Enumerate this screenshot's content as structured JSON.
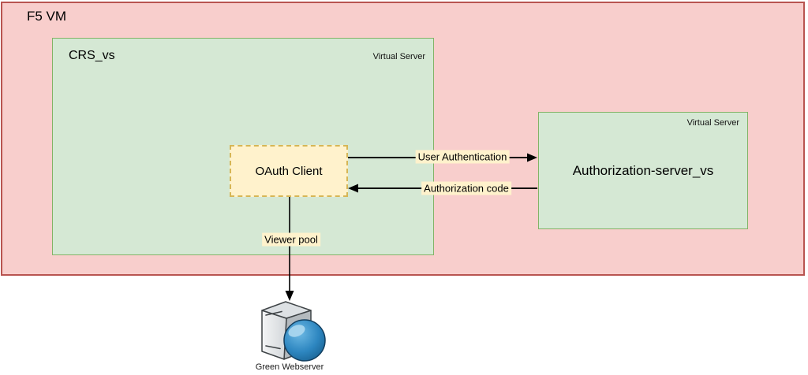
{
  "diagram": {
    "f5_vm": {
      "title": "F5 VM"
    },
    "crs_vs": {
      "title": "CRS_vs",
      "type_label": "Virtual Server"
    },
    "auth_server_vs": {
      "title": "Authorization-server_vs",
      "type_label": "Virtual Server"
    },
    "oauth_client": {
      "label": "OAuth Client"
    },
    "edges": {
      "user_authentication": "User Authentication",
      "authorization_code": "Authorization code",
      "viewer_pool": "Viewer pool"
    },
    "webserver": {
      "label": "Green Webserver",
      "icon": "server-tower-with-globe-icon"
    },
    "colors": {
      "container_fill": "#f8cecc",
      "container_stroke": "#b85450",
      "virtual_server_fill": "#d5e8d4",
      "virtual_server_stroke": "#82b366",
      "note_fill": "#fff2cc",
      "note_stroke": "#d6b656",
      "connector": "#000000"
    }
  }
}
